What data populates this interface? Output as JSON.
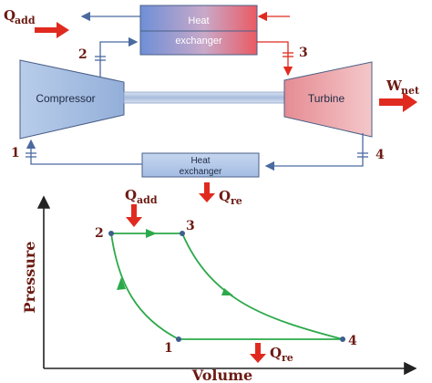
{
  "top_diagram": {
    "heat_in_label": "Q",
    "heat_in_sub": "add",
    "heat_exchanger_top": [
      "Heat",
      "exchanger"
    ],
    "heat_exchanger_bottom": [
      "Heat",
      "exchanger"
    ],
    "compressor_label": "Compressor",
    "turbine_label": "Turbine",
    "work_label": "W",
    "work_sub": "net",
    "state_labels": [
      "1",
      "2",
      "3",
      "4"
    ]
  },
  "pv_diagram": {
    "xlabel": "Volume",
    "ylabel": "Pressure",
    "heat_add_label": "Q",
    "heat_add_sub": "add",
    "heat_rej_label": "Q",
    "heat_rej_sub": "re",
    "point_labels": [
      "1",
      "2",
      "3",
      "4"
    ]
  },
  "middle_heat_rej": {
    "label": "Q",
    "sub": "re"
  },
  "colors": {
    "arrow_red": "#e02a1f",
    "label_dark": "#6b1a12",
    "line_blue": "#4a6aa0",
    "cycle_green": "#2ca94a",
    "compressor_fill": "#9fb9e0",
    "turbine_fill": "#ecaeb0"
  }
}
